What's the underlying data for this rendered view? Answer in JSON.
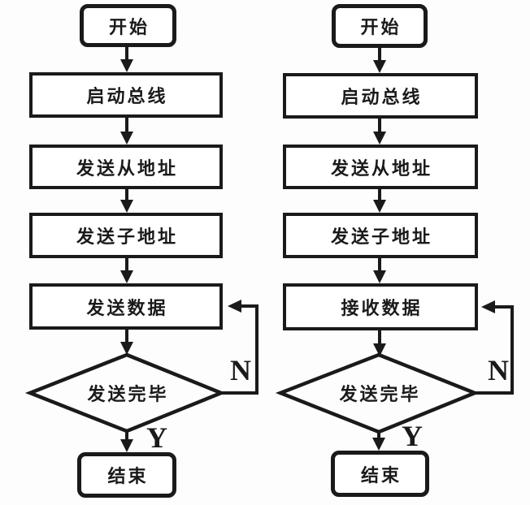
{
  "colors": {
    "ink": "#1a1a1a",
    "paper": "#fdfdfd",
    "node_fill": "#ffffff"
  },
  "charts": [
    {
      "id": "send-routine",
      "start": "开始",
      "steps": [
        "启动总线",
        "发送从地址",
        "发送子地址",
        "发送数据"
      ],
      "decision": "发送完毕",
      "end": "结束",
      "no_label": "N",
      "yes_label": "Y"
    },
    {
      "id": "receive-routine",
      "start": "开始",
      "steps": [
        "启动总线",
        "发送从地址",
        "发送子地址",
        "接收数据"
      ],
      "decision": "发送完毕",
      "end": "结束",
      "no_label": "N",
      "yes_label": "Y"
    }
  ]
}
